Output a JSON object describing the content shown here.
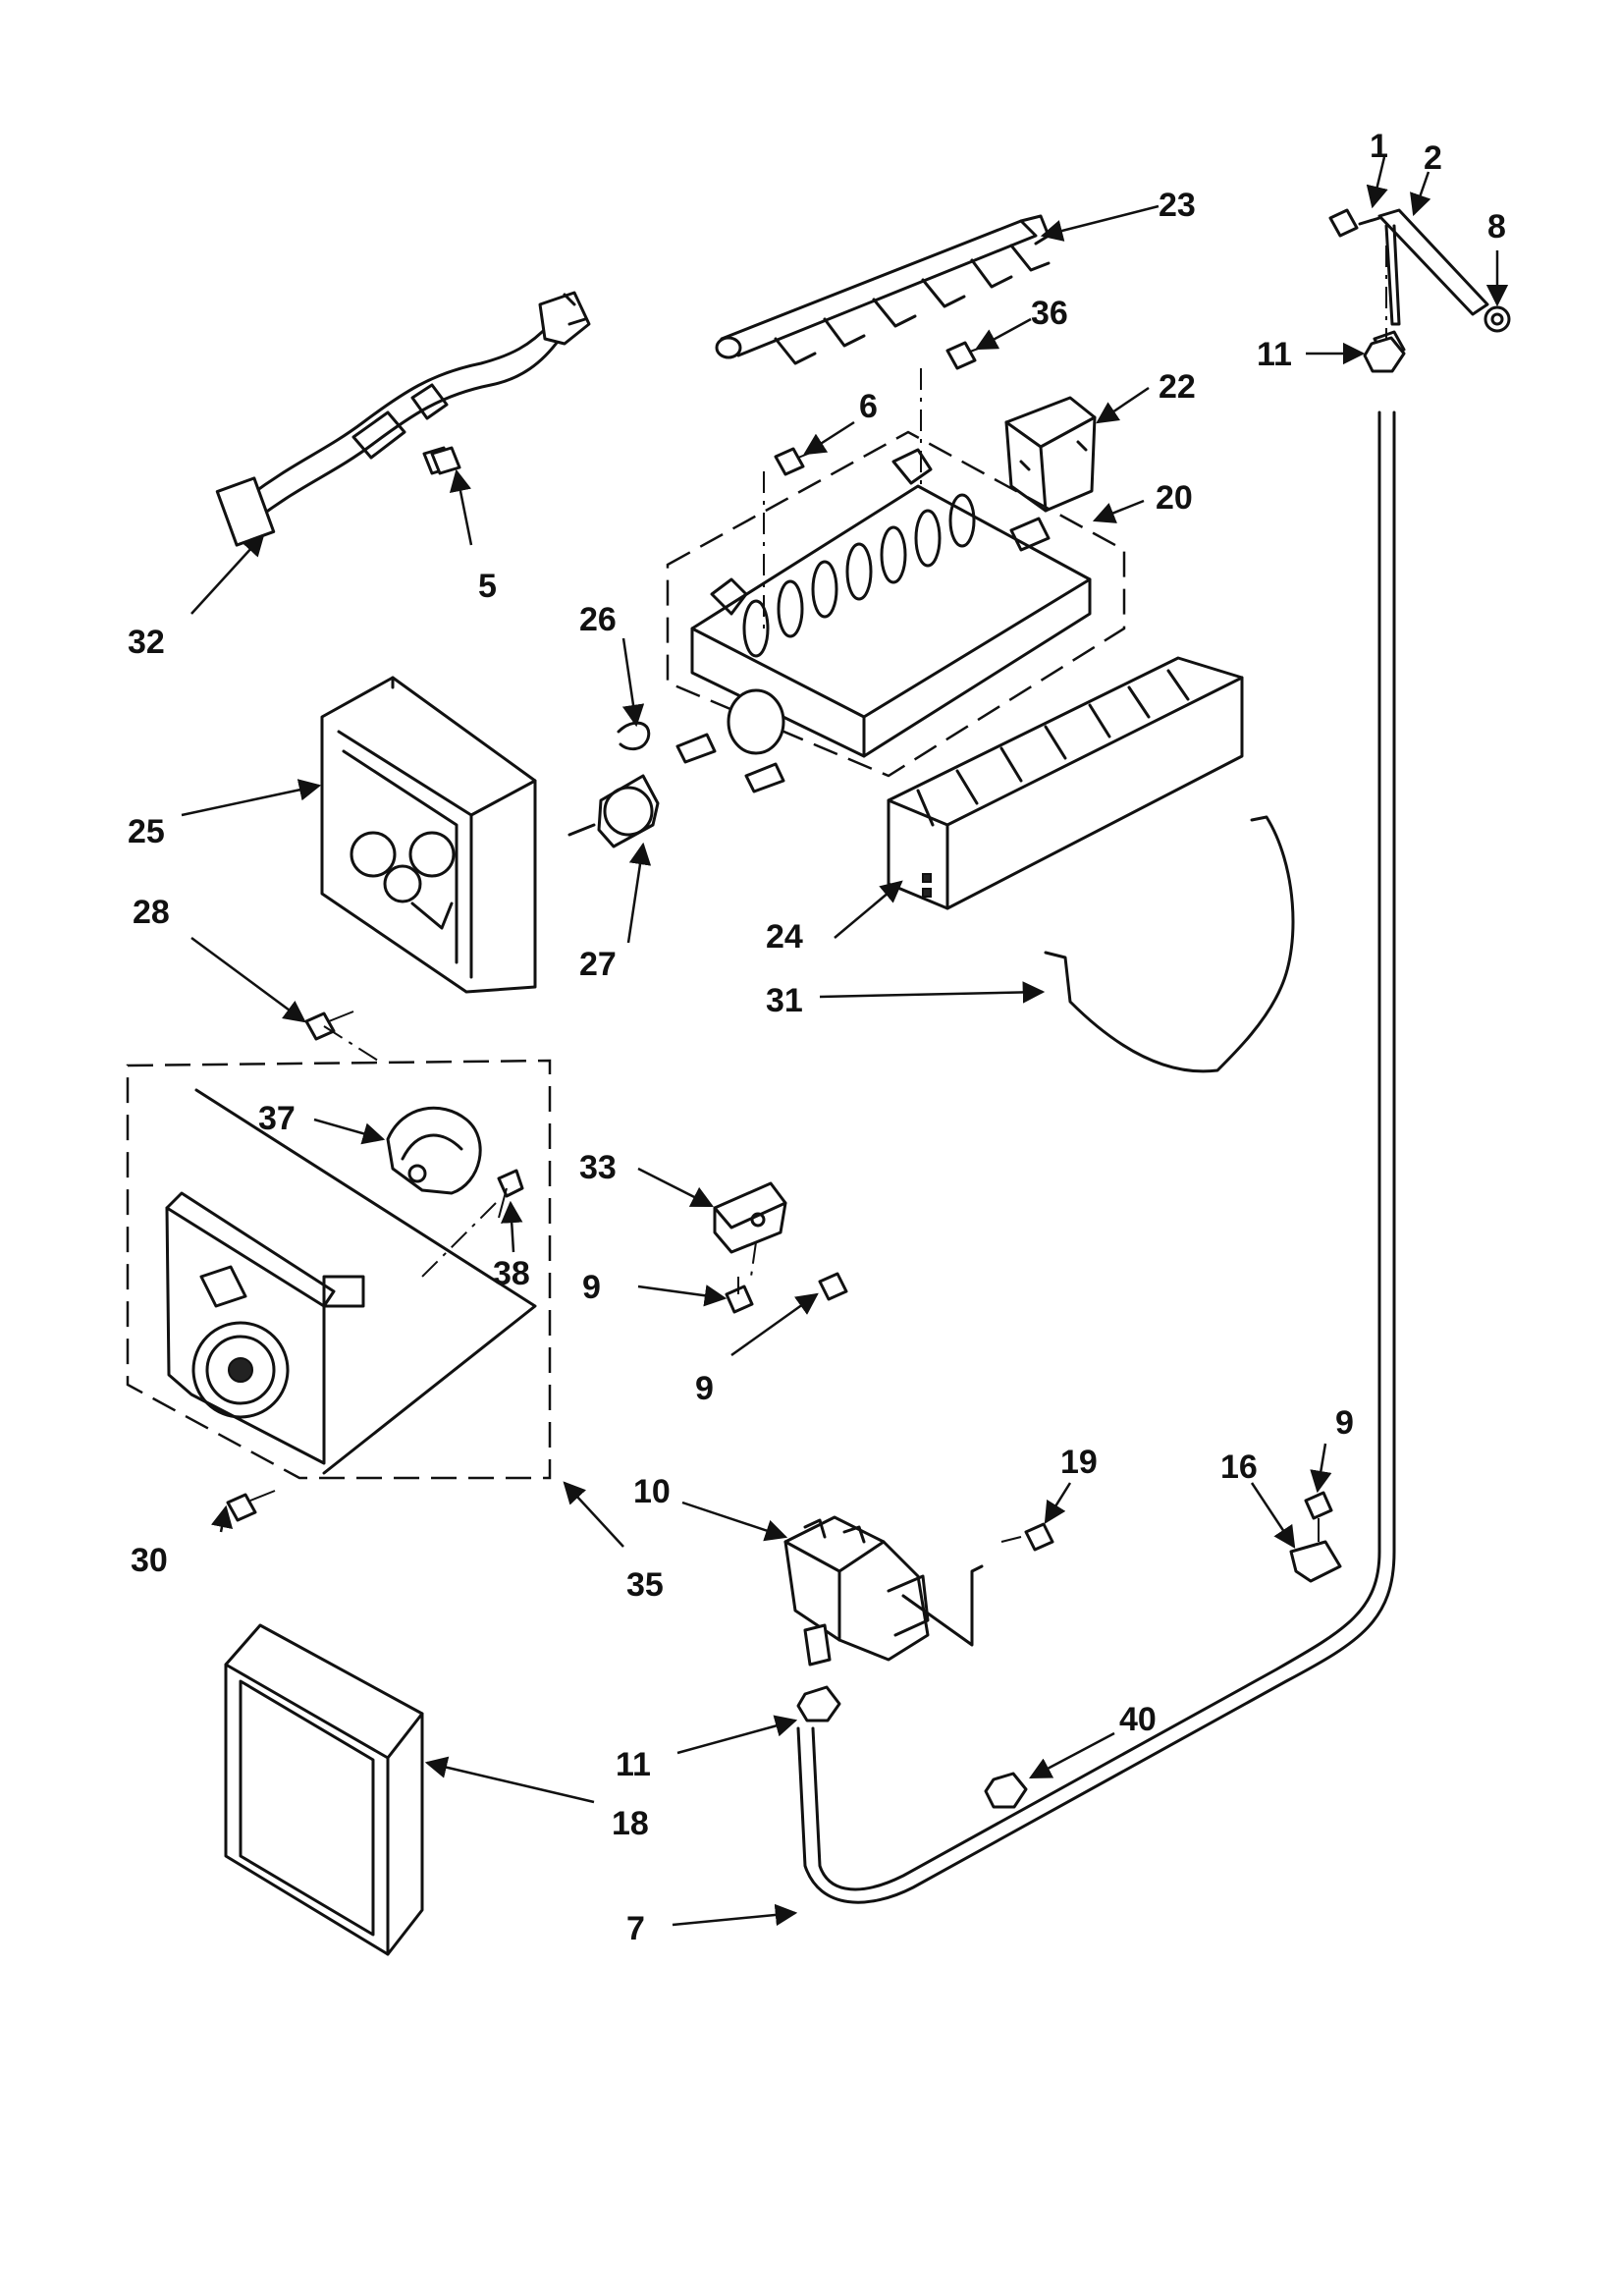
{
  "callouts": [
    {
      "id": "c1",
      "label": "1"
    },
    {
      "id": "c2",
      "label": "2"
    },
    {
      "id": "c5",
      "label": "5"
    },
    {
      "id": "c6",
      "label": "6"
    },
    {
      "id": "c7",
      "label": "7"
    },
    {
      "id": "c8",
      "label": "8"
    },
    {
      "id": "c9a",
      "label": "9"
    },
    {
      "id": "c9b",
      "label": "9"
    },
    {
      "id": "c9c",
      "label": "9"
    },
    {
      "id": "c10",
      "label": "10"
    },
    {
      "id": "c11a",
      "label": "11"
    },
    {
      "id": "c11b",
      "label": "11"
    },
    {
      "id": "c16",
      "label": "16"
    },
    {
      "id": "c18",
      "label": "18"
    },
    {
      "id": "c19",
      "label": "19"
    },
    {
      "id": "c20",
      "label": "20"
    },
    {
      "id": "c22",
      "label": "22"
    },
    {
      "id": "c23",
      "label": "23"
    },
    {
      "id": "c24",
      "label": "24"
    },
    {
      "id": "c25",
      "label": "25"
    },
    {
      "id": "c26",
      "label": "26"
    },
    {
      "id": "c27",
      "label": "27"
    },
    {
      "id": "c28",
      "label": "28"
    },
    {
      "id": "c30",
      "label": "30"
    },
    {
      "id": "c31",
      "label": "31"
    },
    {
      "id": "c32",
      "label": "32"
    },
    {
      "id": "c33",
      "label": "33"
    },
    {
      "id": "c35",
      "label": "35"
    },
    {
      "id": "c36",
      "label": "36"
    },
    {
      "id": "c37",
      "label": "37"
    },
    {
      "id": "c38",
      "label": "38"
    },
    {
      "id": "c40",
      "label": "40"
    }
  ]
}
